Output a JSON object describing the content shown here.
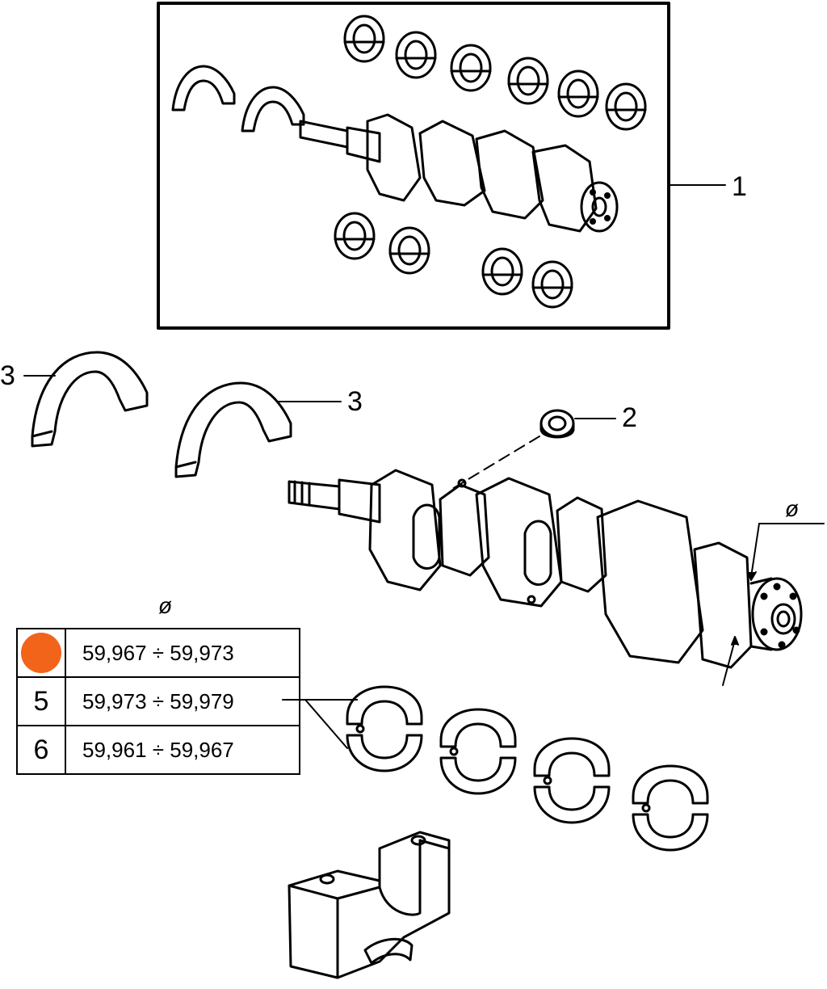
{
  "callouts": {
    "kit": "1",
    "thrust_washer": "2",
    "thrust_half_left": "3",
    "thrust_half_right": "3",
    "diameter_top": "ø",
    "diameter_table": "ø"
  },
  "table": {
    "rows": [
      {
        "code": "",
        "range": "59,967 ÷ 59,973",
        "dot_color": "#f26419"
      },
      {
        "code": "5",
        "range": "59,973 ÷ 59,979"
      },
      {
        "code": "6",
        "range": "59,961 ÷ 59,967"
      }
    ]
  }
}
